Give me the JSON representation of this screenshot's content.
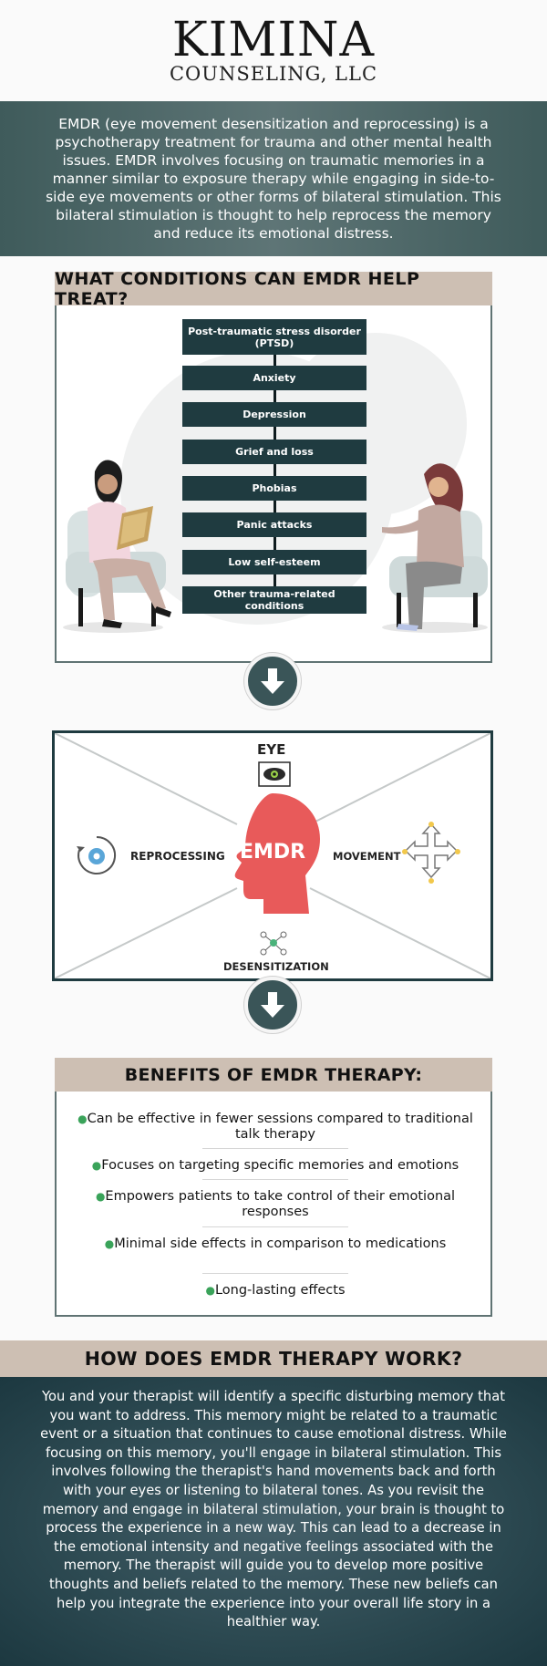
{
  "logo": {
    "name": "KIMINA",
    "sub": "COUNSELING, LLC"
  },
  "intro": {
    "text": "EMDR (eye movement desensitization and reprocessing) is a psychotherapy treatment for trauma and other mental health issues. EMDR involves focusing on traumatic memories in a manner similar to exposure therapy while engaging in side-to-side eye movements or other forms of bilateral stimulation. This bilateral stimulation is thought to help reprocess the memory and reduce its emotional distress."
  },
  "conditions": {
    "title": "WHAT CONDITIONS CAN EMDR HELP TREAT?",
    "items": [
      "Post-traumatic stress disorder (PTSD)",
      "Anxiety",
      "Depression",
      "Grief and loss",
      "Phobias",
      "Panic attacks",
      "Low self-esteem",
      "Other trauma-related conditions"
    ]
  },
  "diagram": {
    "center": "EMDR",
    "eye": "EYE",
    "movement": "MOVEMENT",
    "reprocessing": "REPROCESSING",
    "desensitization": "DESENSITIZATION",
    "colors": {
      "head": "#e85a5a",
      "frame": "#1f3b40",
      "accent": "#f2c84b"
    }
  },
  "benefits": {
    "title": "BENEFITS OF EMDR THERAPY:",
    "items": [
      "Can be effective in fewer sessions compared to traditional talk therapy",
      "Focuses on targeting specific memories and emotions",
      "Empowers patients to take control of their emotional responses",
      "Minimal side effects in comparison to medications",
      "Long-lasting effects"
    ]
  },
  "how": {
    "title": "HOW DOES EMDR THERAPY WORK?",
    "text": "You and your therapist will identify a specific disturbing memory that you want to address. This memory might be related to a traumatic event or a situation that continues to cause emotional distress. While focusing on this memory, you'll engage in bilateral stimulation. This involves following the therapist's hand movements back and forth with your eyes or listening to bilateral tones. As you revisit the memory and engage in bilateral stimulation, your brain is thought to process the experience in a new way. This can lead to a decrease in the emotional intensity and negative feelings associated with the memory. The therapist will guide you to develop more positive thoughts and beliefs related to the memory. These new beliefs can help you integrate the experience into your overall life story in a healthier way."
  }
}
